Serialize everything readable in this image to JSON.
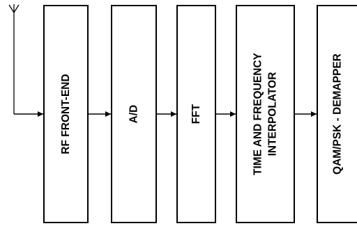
{
  "diagram": {
    "blocks": [
      {
        "id": "rf",
        "lines": [
          "RF FRONT-END"
        ]
      },
      {
        "id": "ad",
        "lines": [
          "A/D"
        ]
      },
      {
        "id": "fft",
        "lines": [
          "FFT"
        ]
      },
      {
        "id": "interp",
        "lines": [
          "TIME AND FREQUENCY",
          "INTERPOLATOR"
        ]
      },
      {
        "id": "demap",
        "lines": [
          "QAM/PSK - DEMAPPER"
        ]
      }
    ]
  }
}
